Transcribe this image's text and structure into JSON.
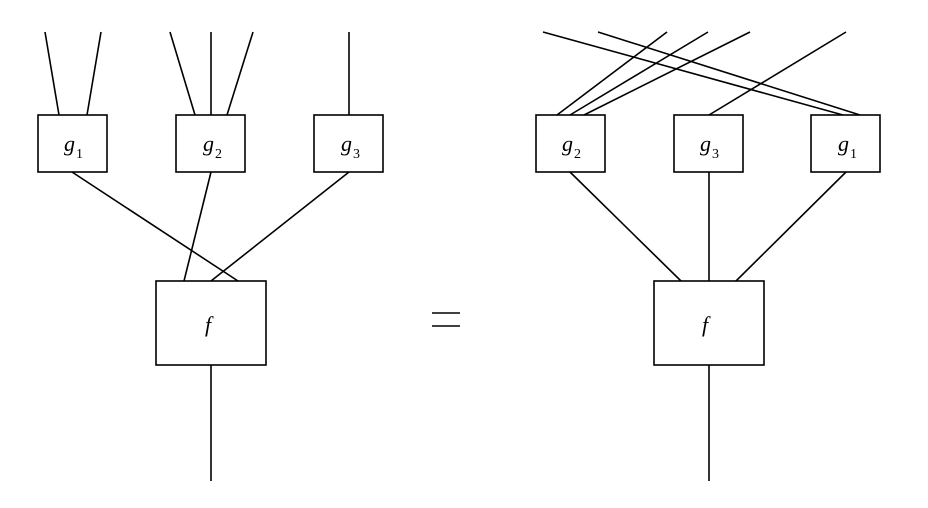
{
  "equation": {
    "equals_sign": "=",
    "left": {
      "outer_box": {
        "label": "f"
      },
      "inner_boxes": [
        {
          "base": "g",
          "subscript": "1"
        },
        {
          "base": "g",
          "subscript": "2"
        },
        {
          "base": "g",
          "subscript": "3"
        }
      ]
    },
    "right": {
      "outer_box": {
        "label": "f"
      },
      "inner_boxes": [
        {
          "base": "g",
          "subscript": "2"
        },
        {
          "base": "g",
          "subscript": "3"
        },
        {
          "base": "g",
          "subscript": "1"
        }
      ]
    }
  }
}
